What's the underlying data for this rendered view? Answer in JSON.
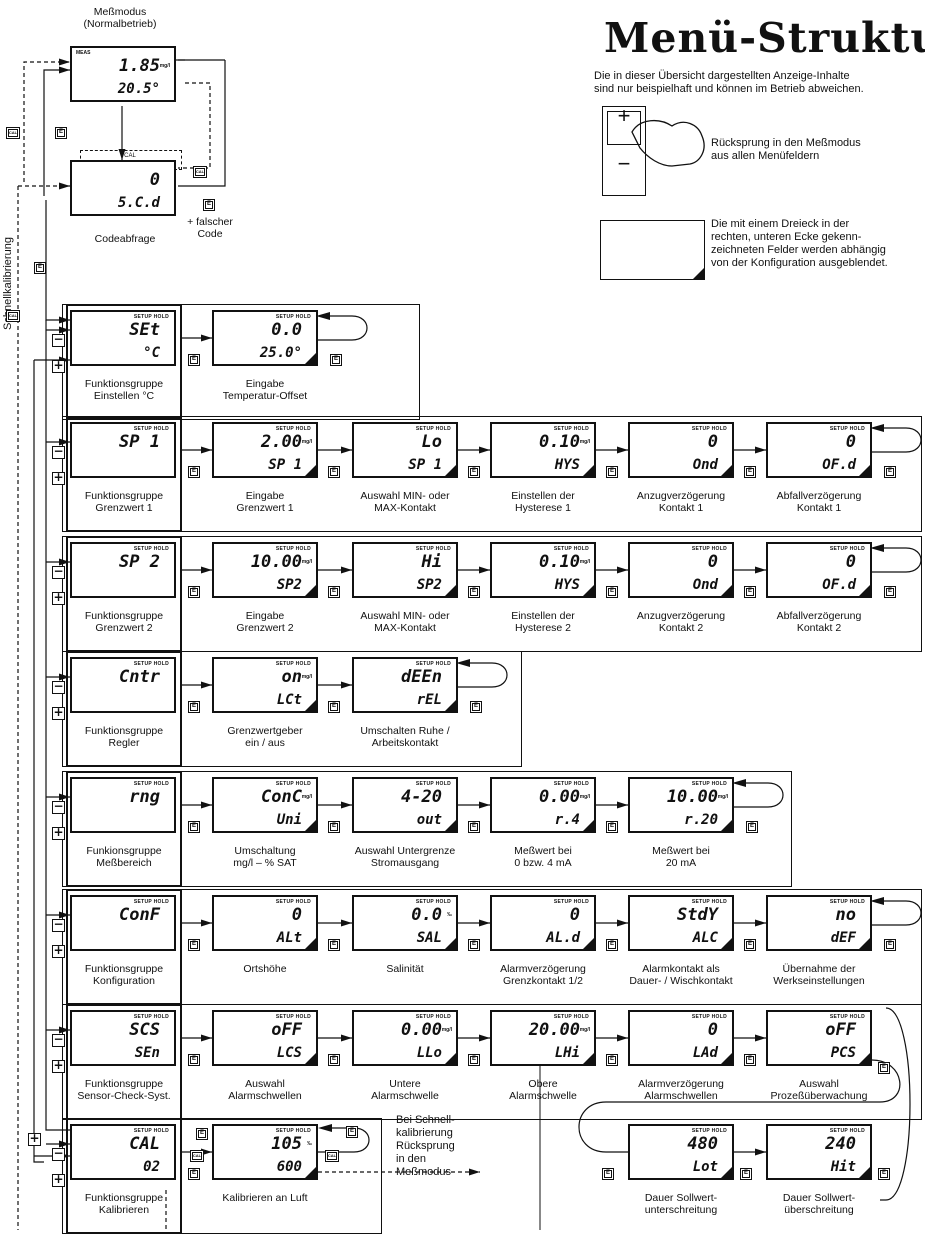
{
  "title": "Menü-Struktur",
  "intro": [
    "Die in dieser Übersicht dargestellten Anzeige-Inhalte",
    "sind nur beispielhaft und können im Betrieb abweichen."
  ],
  "legend_return": [
    "Rücksprung in den Meßmodus",
    "aus allen Menüfeldern"
  ],
  "legend_triangle": [
    "Die mit einem Dreieck in der",
    "rechten, unteren Ecke gekenn-",
    "zeichneten Felder werden abhängig",
    "von der Konfiguration ausgeblendet."
  ],
  "side_label": "Schnellkalibrierung",
  "keys": {
    "e": "E",
    "cal": "CAL",
    "plus": "+",
    "minus": "−"
  },
  "header_setup": "SETUP",
  "header_hold": "HOLD",
  "header_meas": "MEAS",
  "header_cal": "CAL",
  "measure_mode": {
    "caption": [
      "Meßmodus",
      "(Normalbetrieb)"
    ],
    "l1": "1.85",
    "u1": "mg/l",
    "l2": "20.5°"
  },
  "code_query": {
    "header": "CAL",
    "l1": "0",
    "l2": "5.C.d",
    "caption": "Codeabfrage",
    "wrong_code": [
      "+ falscher",
      "Code"
    ]
  },
  "groups": [
    {
      "id": "set",
      "head": {
        "l1": "SEt",
        "l2": "°C"
      },
      "caption": [
        "Funktionsgruppe",
        "Einstellen °C"
      ],
      "items": [
        {
          "l1": "0.0",
          "l2": "25.0°",
          "caption": [
            "Eingabe",
            "Temperatur-Offset"
          ]
        }
      ]
    },
    {
      "id": "sp1",
      "head": {
        "l1": "SP 1",
        "l2": ""
      },
      "caption": [
        "Funktionsgruppe",
        "Grenzwert 1"
      ],
      "items": [
        {
          "l1": "2.00",
          "u1": "mg/l",
          "l2": "SP 1",
          "caption": [
            "Eingabe",
            "Grenzwert 1"
          ]
        },
        {
          "l1": "Lo",
          "l2": "SP 1",
          "caption": [
            "Auswahl MIN- oder",
            "MAX-Kontakt"
          ]
        },
        {
          "l1": "0.10",
          "u1": "mg/l",
          "l2": "HYS",
          "caption": [
            "Einstellen der",
            "Hysterese 1"
          ]
        },
        {
          "l1": "0",
          "l2": "Ond",
          "caption": [
            "Anzugverzögerung",
            "Kontakt 1"
          ]
        },
        {
          "l1": "0",
          "l2": "OF.d",
          "caption": [
            "Abfallverzögerung",
            "Kontakt 1"
          ]
        }
      ]
    },
    {
      "id": "sp2",
      "head": {
        "l1": "SP 2",
        "l2": ""
      },
      "caption": [
        "Funktionsgruppe",
        "Grenzwert 2"
      ],
      "items": [
        {
          "l1": "10.00",
          "u1": "mg/l",
          "l2": "SP2",
          "caption": [
            "Eingabe",
            "Grenzwert 2"
          ]
        },
        {
          "l1": "Hi",
          "l2": "SP2",
          "caption": [
            "Auswahl MIN- oder",
            "MAX-Kontakt"
          ]
        },
        {
          "l1": "0.10",
          "u1": "mg/l",
          "l2": "HYS",
          "caption": [
            "Einstellen der",
            "Hysterese 2"
          ]
        },
        {
          "l1": "0",
          "l2": "Ond",
          "caption": [
            "Anzugverzögerung",
            "Kontakt 2"
          ]
        },
        {
          "l1": "0",
          "l2": "OF.d",
          "caption": [
            "Abfallverzögerung",
            "Kontakt 2"
          ]
        }
      ]
    },
    {
      "id": "cntr",
      "head": {
        "l1": "Cntr",
        "l2": ""
      },
      "caption": [
        "Funktionsgruppe",
        "Regler"
      ],
      "items": [
        {
          "l1": "on",
          "u1": "mg/l",
          "l2": "LCt",
          "caption": [
            "Grenzwertgeber",
            "ein / aus"
          ]
        },
        {
          "l1": "dEEn",
          "l2": "rEL",
          "caption": [
            "Umschalten Ruhe /",
            "Arbeitskontakt"
          ]
        }
      ]
    },
    {
      "id": "rng",
      "head": {
        "l1": "rng",
        "l2": ""
      },
      "caption": [
        "Funkionsgruppe",
        "Meßbereich"
      ],
      "items": [
        {
          "l1": "ConC",
          "u1": "mg/l",
          "l2": "Uni",
          "caption": [
            "Umschaltung",
            "mg/l – % SAT"
          ]
        },
        {
          "l1": "4-20",
          "l2": "out",
          "caption": [
            "Auswahl Untergrenze",
            "Stromausgang"
          ]
        },
        {
          "l1": "0.00",
          "u1": "mg/l",
          "l2": "r.4",
          "caption": [
            "Meßwert bei",
            "0 bzw. 4 mA"
          ]
        },
        {
          "l1": "10.00",
          "u1": "mg/l",
          "l2": "r.20",
          "caption": [
            "Meßwert bei",
            "20 mA"
          ]
        }
      ]
    },
    {
      "id": "conf",
      "head": {
        "l1": "ConF",
        "l2": ""
      },
      "caption": [
        "Funktionsgruppe",
        "Konfiguration"
      ],
      "items": [
        {
          "l1": "0",
          "l2": "ALt",
          "caption": [
            "Ortshöhe",
            ""
          ]
        },
        {
          "l1": "0.0",
          "u1": "‰",
          "l2": "SAL",
          "caption": [
            "Salinität",
            ""
          ]
        },
        {
          "l1": "0",
          "l2": "AL.d",
          "caption": [
            "Alarmverzögerung",
            "Grenzkontakt 1/2"
          ]
        },
        {
          "l1": "StdY",
          "l2": "ALC",
          "caption": [
            "Alarmkontakt als",
            "Dauer- / Wischkontakt"
          ]
        },
        {
          "l1": "no",
          "l2": "dEF",
          "caption": [
            "Übernahme der",
            "Werkseinstellungen"
          ]
        }
      ]
    },
    {
      "id": "scs",
      "head": {
        "l1": "SCS",
        "l2": "SEn"
      },
      "caption": [
        "Funktionsgruppe",
        "Sensor-Check-Syst."
      ],
      "items": [
        {
          "l1": "oFF",
          "l2": "LCS",
          "caption": [
            "Auswahl",
            "Alarmschwellen"
          ]
        },
        {
          "l1": "0.00",
          "u1": "mg/l",
          "l2": "LLo",
          "caption": [
            "Untere",
            "Alarmschwelle"
          ]
        },
        {
          "l1": "20.00",
          "u1": "mg/l",
          "l2": "LHi",
          "caption": [
            "Obere",
            "Alarmschwelle"
          ]
        },
        {
          "l1": "0",
          "l2": "LAd",
          "caption": [
            "Alarmverzögerung",
            "Alarmschwellen"
          ]
        },
        {
          "l1": "oFF",
          "l2": "PCS",
          "caption": [
            "Auswahl",
            "Prozeßüberwachung"
          ]
        },
        {
          "l1": "480",
          "l2": "Lot",
          "caption": [
            "Dauer Sollwert-",
            "unterschreitung"
          ]
        },
        {
          "l1": "240",
          "l2": "Hit",
          "caption": [
            "Dauer Sollwert-",
            "überschreitung"
          ]
        }
      ]
    },
    {
      "id": "cal",
      "head": {
        "l1": "CAL",
        "l2": "02"
      },
      "caption": [
        "Funktionsgruppe",
        "Kalibrieren"
      ],
      "items": [
        {
          "l1": "105",
          "u1": "‰",
          "l2": "600",
          "caption": [
            "Kalibrieren an Luft",
            ""
          ]
        }
      ]
    }
  ],
  "quick_cal_note": [
    "Bei Schnell-",
    "kalibrierung",
    "Rücksprung",
    "in den",
    "Meßmodus"
  ]
}
